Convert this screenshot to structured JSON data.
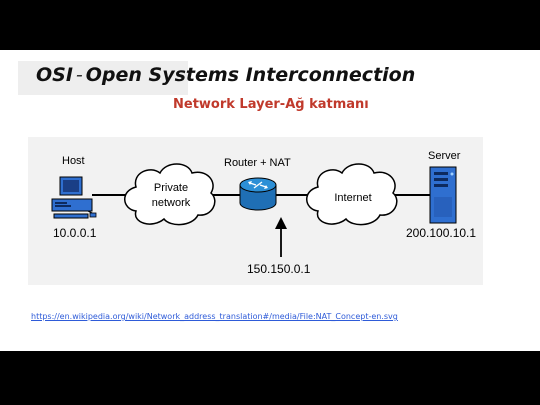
{
  "slide": {
    "title_prefix": "OSI",
    "title_separator": "-",
    "title_main": "Open Systems Interconnection",
    "subtitle": "Network Layer-Ağ katmanı",
    "subtitle_color": "#c0392b",
    "source_link": "https://en.wikipedia.org/wiki/Network_address_translation#/media/File:NAT_Concept-en.svg"
  },
  "diagram": {
    "host_label": "Host",
    "host_ip": "10.0.0.1",
    "private_cloud_line1": "Private",
    "private_cloud_line2": "network",
    "router_label": "Router + NAT",
    "router_ip": "150.150.0.1",
    "internet_label": "Internet",
    "server_label": "Server",
    "server_ip": "200.100.10.1",
    "router_color": "#2c8fd6",
    "device_color": "#2f6fd0"
  }
}
